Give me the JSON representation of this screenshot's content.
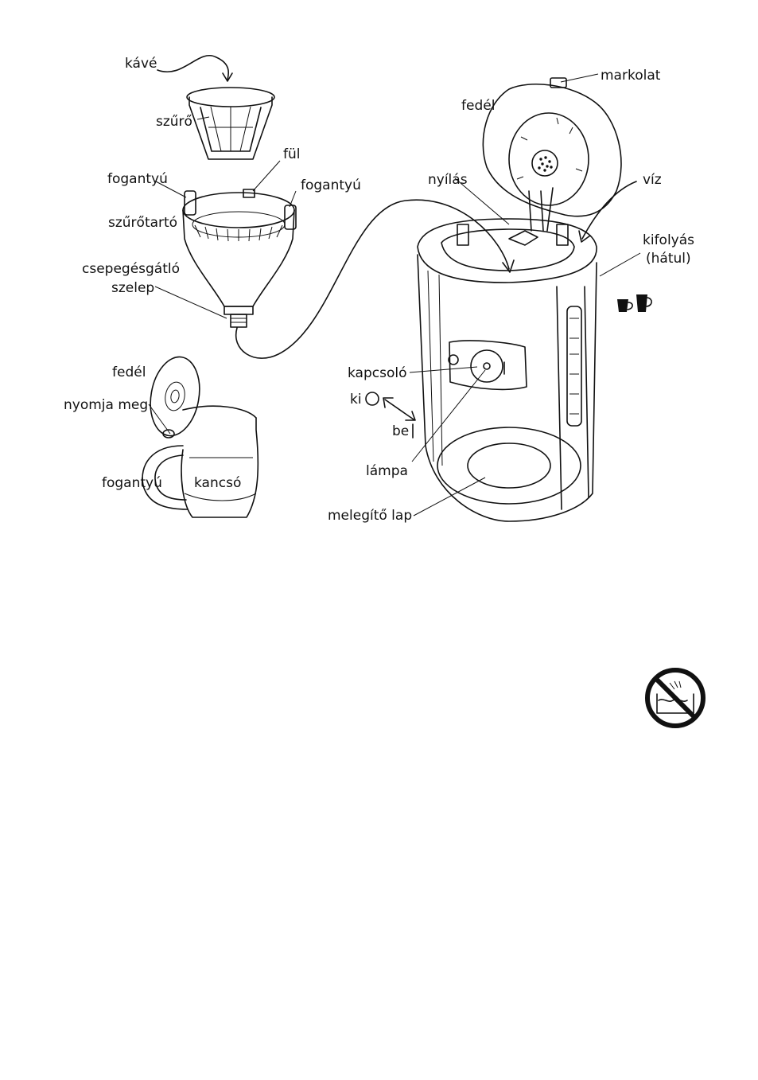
{
  "labels": {
    "coffee": "kávé",
    "filter": "szűrő",
    "tab": "fül",
    "handle_left": "fogantyú",
    "handle_right": "fogantyú",
    "filter_holder": "szűrőtartó",
    "anti_drip_1": "csepegésgátló",
    "anti_drip_2": "szelep",
    "jug_lid": "fedél",
    "press": "nyomja meg",
    "jug_handle": "fogantyú",
    "jug": "kancsó",
    "grip": "markolat",
    "lid": "fedél",
    "opening": "nyílás",
    "water": "víz",
    "spout_1": "kifolyás",
    "spout_2": "(hátul)",
    "switch": "kapcsoló",
    "off": "ki",
    "on": "be",
    "lamp": "lámpa",
    "hot_plate": "melegítő lap"
  },
  "gauge_marks": [
    "2|10",
    "16|10",
    "12|8",
    "8|6",
    "6|4",
    "2|2"
  ],
  "icons": {
    "cups": "cup-icons",
    "no_immersion": "no-water-immersion-icon"
  }
}
